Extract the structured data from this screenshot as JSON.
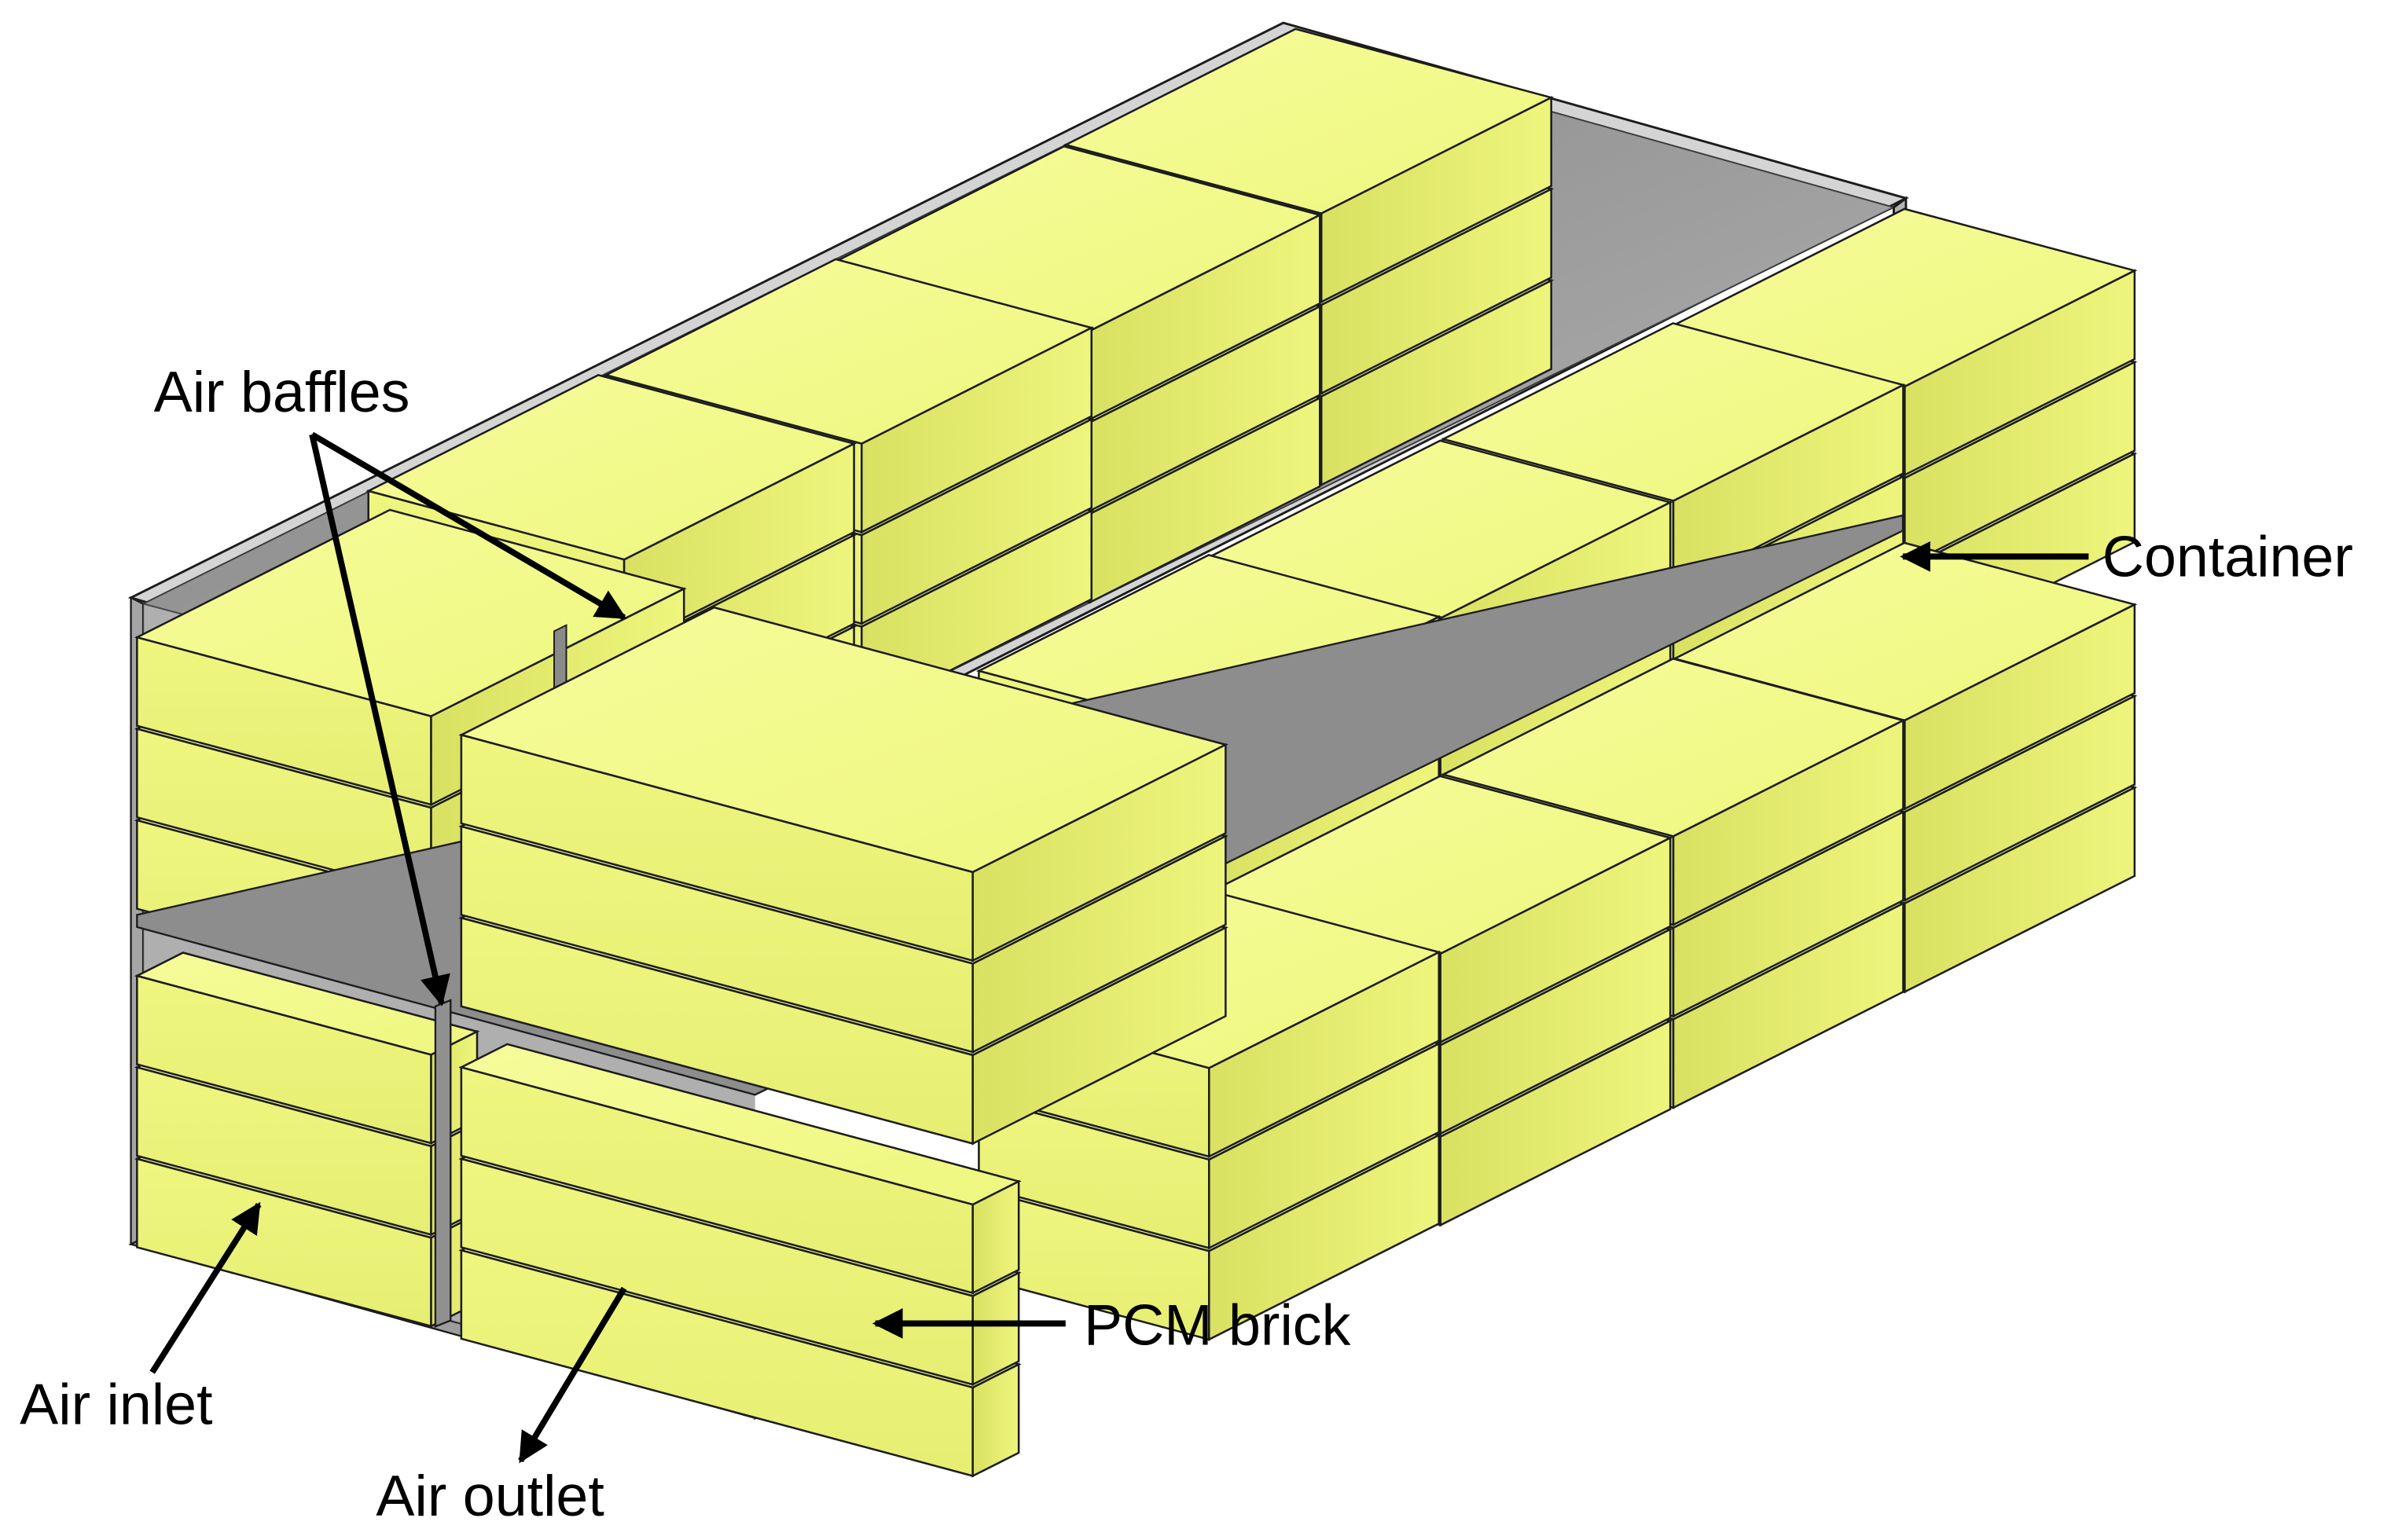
{
  "labels": {
    "air_baffles": "Air baffles",
    "container": "Container",
    "pcm_brick": "PCM brick",
    "air_inlet": "Air inlet",
    "air_outlet": "Air outlet"
  },
  "colors": {
    "brick_top": "#f4fb8a",
    "brick_front": "#edf57c",
    "brick_side": "#e2ea6a",
    "container": "#9a9a9a",
    "container_dark": "#5f5f5f",
    "shadow": "#3e3f24",
    "outline": "#1c1c1c"
  }
}
